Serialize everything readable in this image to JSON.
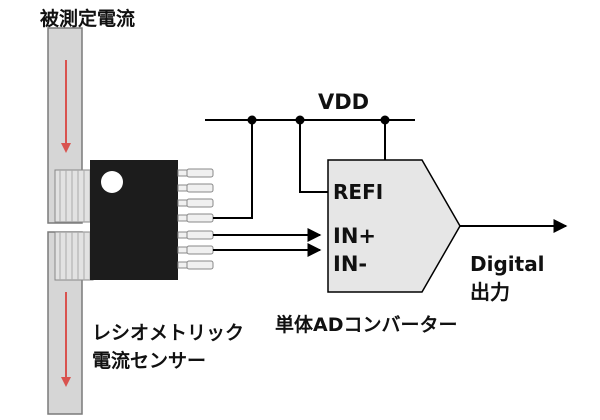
{
  "labels": {
    "current_under_test": "被測定電流",
    "vdd": "VDD",
    "refi": "REFI",
    "in_plus": "IN+",
    "in_minus": "IN-",
    "digital_output_line1": "Digital",
    "digital_output_line2": "出力",
    "sensor_line1": "レシオメトリック",
    "sensor_line2": "電流センサー",
    "adc_label": "単体ADコンバーター"
  },
  "colors": {
    "busbar_fill": "#d6d6d6",
    "busbar_stroke": "#7a7a7a",
    "current_arrow": "#d9534f",
    "chip_body": "#1c1c1c",
    "chip_mark": "#ffffff",
    "adc_fill": "#e6e6e6",
    "wire": "#000000"
  }
}
